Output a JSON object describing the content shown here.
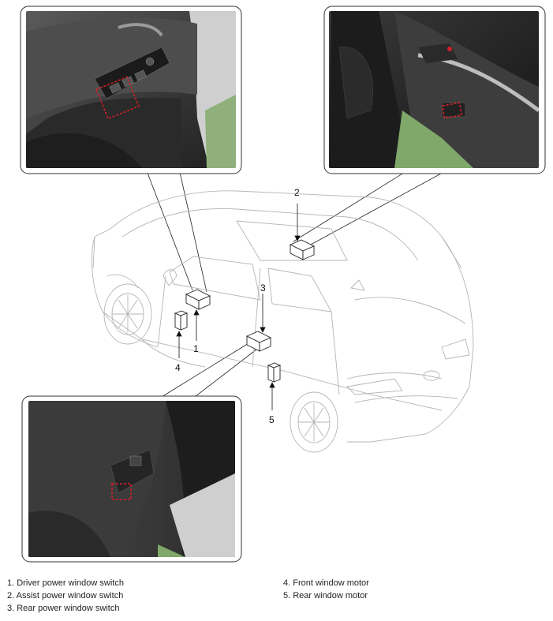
{
  "callouts": [
    {
      "id": 1,
      "label": "1"
    },
    {
      "id": 2,
      "label": "2"
    },
    {
      "id": 3,
      "label": "3"
    },
    {
      "id": 4,
      "label": "4"
    },
    {
      "id": 5,
      "label": "5"
    }
  ],
  "legend": [
    "1. Driver power window switch",
    "2. Assist power window switch",
    "3. Rear power window switch",
    "4. Front window motor",
    "5. Rear window motor"
  ],
  "colors": {
    "highlight": "#d0202a",
    "photo_dark": "#2b2b2b",
    "photo_green": "#7fa86a"
  }
}
